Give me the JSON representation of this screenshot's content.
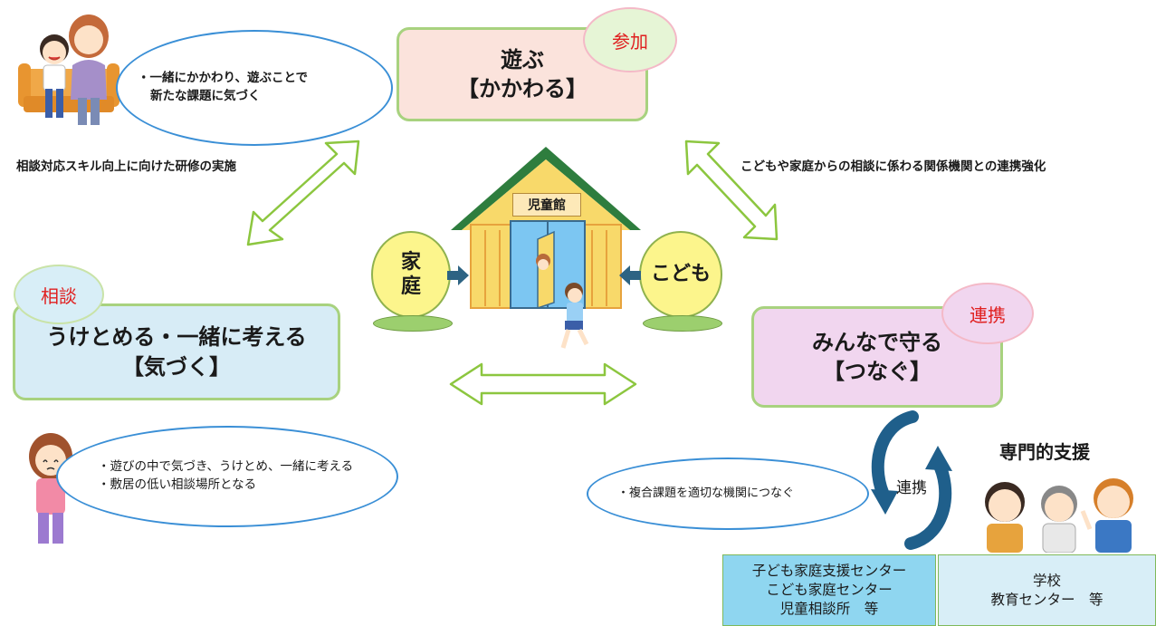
{
  "play": {
    "title": "遊ぶ",
    "sub": "【かかわる】",
    "tag": "参加"
  },
  "consult": {
    "title": "うけとめる・一緒に考える",
    "sub": "【気づく】",
    "tag": "相談"
  },
  "protect": {
    "title": "みんなで守る",
    "sub": "【つなぐ】",
    "tag": "連携"
  },
  "bubbles": {
    "top_left": [
      "・一緒にかかわり、遊ぶことで",
      "新たな課題に気づく"
    ],
    "bottom_left": [
      "・遊びの中で気づき、うけとめ、一緒に考える",
      "・敷居の低い相談場所となる"
    ],
    "bottom_mid": [
      "・複合課題を適切な機関につなぐ"
    ]
  },
  "captions": {
    "left": "相談対応スキル向上に向けた研修の実施",
    "right": "こどもや家庭からの相談に係わる関係機関との連携強化",
    "cycle": "連携",
    "special": "専門的支援"
  },
  "house": {
    "sign": "児童館"
  },
  "circles": {
    "family": [
      "家",
      "庭"
    ],
    "child": "こども"
  },
  "bottom_boxes": {
    "left": [
      "子ども家庭支援センター",
      "こども家庭センター",
      "児童相談所　等"
    ],
    "right": [
      "学校",
      "教育センター　等"
    ]
  },
  "colors": {
    "play_box": "#fbe3dc",
    "consult_box": "#d7ecf6",
    "protect_box": "#f1d6ef",
    "box_border": "#a8d27f",
    "bubble_border": "#3a8fd6",
    "tag_text": "#e02020",
    "arrow_stroke": "#8cc63f",
    "circle_fill": "#fcf58c",
    "cycle_arrow": "#1f5f8b"
  }
}
